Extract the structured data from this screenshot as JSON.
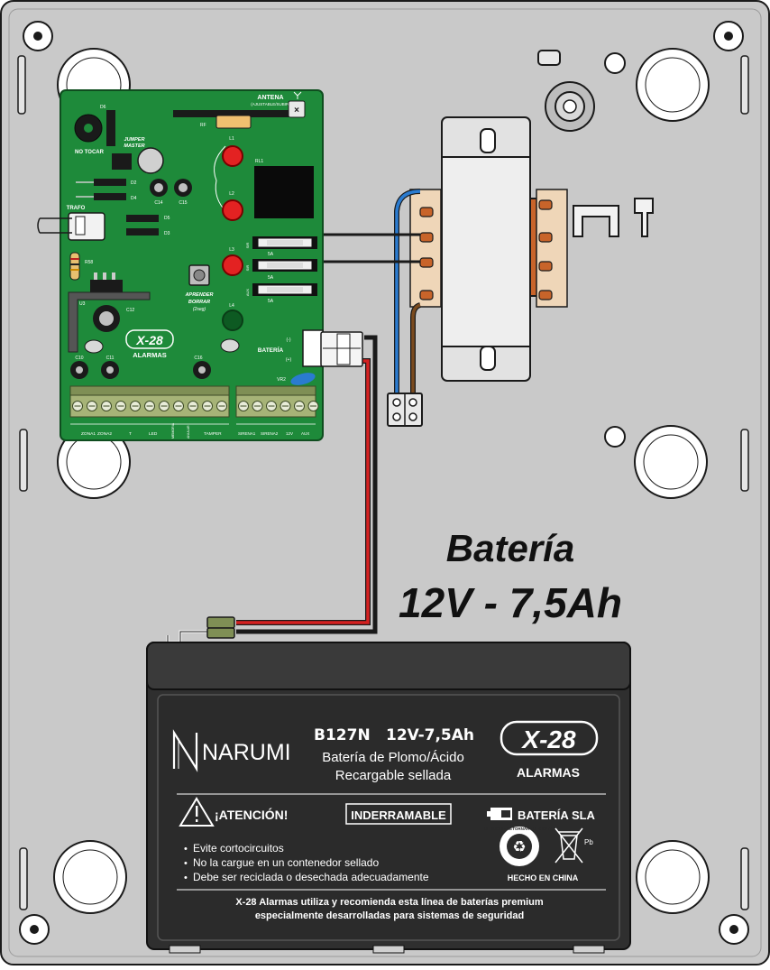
{
  "pcb": {
    "antenna_label": "ANTENA",
    "antenna_sublabel": "(AJUSTABLE/SUBIR)",
    "rf_label": "RF",
    "d6_label": "D6",
    "no_tocar_label": "NO TOCAR",
    "jumper_label_1": "JUMPER",
    "jumper_label_2": "MASTER",
    "d2_label": "D2",
    "d4_label": "D4",
    "c14_label": "C14",
    "c15_label": "C15",
    "trafo_label": "TRAFO",
    "d5_label": "D5",
    "d3_label": "D3",
    "r58_label": "R58",
    "u3_label": "U3",
    "c12_label": "C12",
    "c10_label": "C10",
    "c11_label": "C11",
    "c16_label": "C16",
    "logo_text": "X-28",
    "logo_sub": "ALARMAS",
    "l1_label": "L1",
    "l2_label": "L2",
    "l3_label": "L3",
    "l4_label": "L4",
    "rl1_label": "RL1",
    "aprender_1": "APRENDER",
    "aprender_2": "BORRAR",
    "aprender_3": "(2seg)",
    "fuse_tags": [
      "SIR",
      "SIR",
      "AUX"
    ],
    "fuse_rating": "5A",
    "bateria_label": "BATERÍA",
    "bat_minus": "(-)",
    "bat_plus": "(+)",
    "vr2_label": "VR2",
    "terminals_left": [
      "ZONA1",
      "ZONA2",
      "T",
      "LED",
      "MEMORIA",
      "ANULAR",
      "TAMPER"
    ],
    "terminals_right": [
      "SIRENA1",
      "SIRENA2",
      "12V",
      "AUX"
    ]
  },
  "title": {
    "line1": "Batería",
    "line2": "12V - 7,5Ah"
  },
  "battery": {
    "brand": "NARUMI",
    "model": "B127N",
    "spec": "12V-7,5Ah",
    "desc1": "Batería de Plomo/Ácido",
    "desc2": "Recargable sellada",
    "logo_text": "X-28",
    "logo_sub": "ALARMAS",
    "attention": "¡ATENCIÓN!",
    "inderramable": "INDERRAMABLE",
    "sla": "BATERÍA SLA",
    "warnings": [
      "Evite cortocircuitos",
      "No la cargue en un contenedor sellado",
      "Debe ser reciclada o desechada adecuadamente"
    ],
    "recycle_text": "REDUCIR · RETORNAR · RECICLAR",
    "pb_label": "Pb",
    "made_in": "HECHO EN CHINA",
    "footer1_bold": "X-28 Alarmas",
    "footer1_rest": " utiliza y recomienda esta línea de baterías premium",
    "footer2": "especialmente desarrolladas para sistemas de seguridad"
  },
  "colors": {
    "enclosure": "#c9c9c9",
    "pcb": "#1e8a3a",
    "battery_body": "#2f2f2f",
    "wire_red": "#d42020",
    "wire_blue": "#2a7bd0",
    "wire_brown": "#7a4a1e",
    "transformer_coil": "#c8642a"
  }
}
